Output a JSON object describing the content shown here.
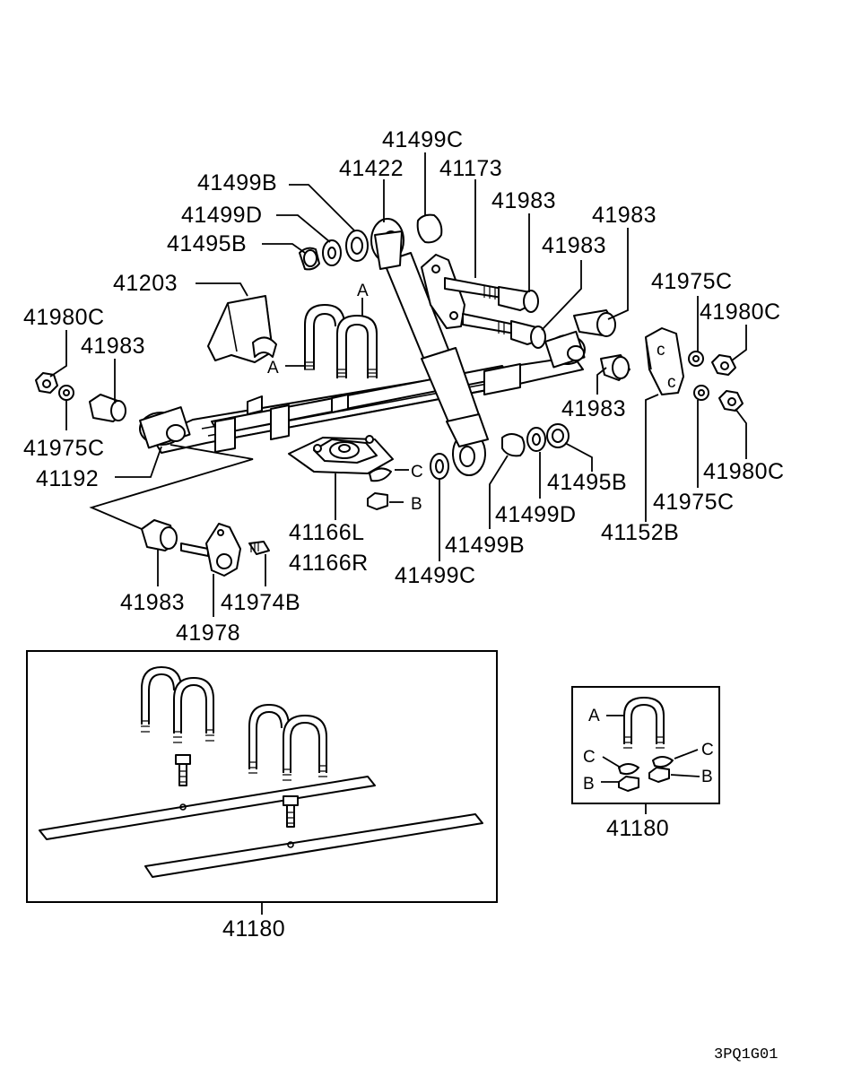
{
  "parts": {
    "p41499C_top": "41499C",
    "p41422": "41422",
    "p41173": "41173",
    "p41499B_top": "41499B",
    "p41983_a": "41983",
    "p41983_b": "41983",
    "p41499D_top": "41499D",
    "p41983_c": "41983",
    "p41495B_top": "41495B",
    "p41203": "41203",
    "p41975C_tr": "41975C",
    "p41980C_left": "41980C",
    "p41980C_tr": "41980C",
    "p41983_left": "41983",
    "p41983_right": "41983",
    "p41975C_left": "41975C",
    "p41192": "41192",
    "p41495B_mid": "41495B",
    "p41980C_br": "41980C",
    "p41499D_mid": "41499D",
    "p41975C_br": "41975C",
    "p41166L": "41166L",
    "p41152B": "41152B",
    "p41499B_mid": "41499B",
    "p41166R": "41166R",
    "p41499C_mid": "41499C",
    "p41983_bottom": "41983",
    "p41974B": "41974B",
    "p41978": "41978",
    "p41180_main": "41180",
    "p41180_small": "41180"
  },
  "markers": {
    "A_ubolt_top": "A",
    "A_ubolt_left": "A",
    "C_plate": "C",
    "B_plate": "B",
    "A_kit": "A",
    "C_kit_left": "C",
    "C_kit_right": "C",
    "B_kit_left": "B",
    "B_kit_right": "B",
    "link_c_top": "c",
    "link_c_bottom": "c"
  },
  "diagram_code": "3PQ1G01"
}
